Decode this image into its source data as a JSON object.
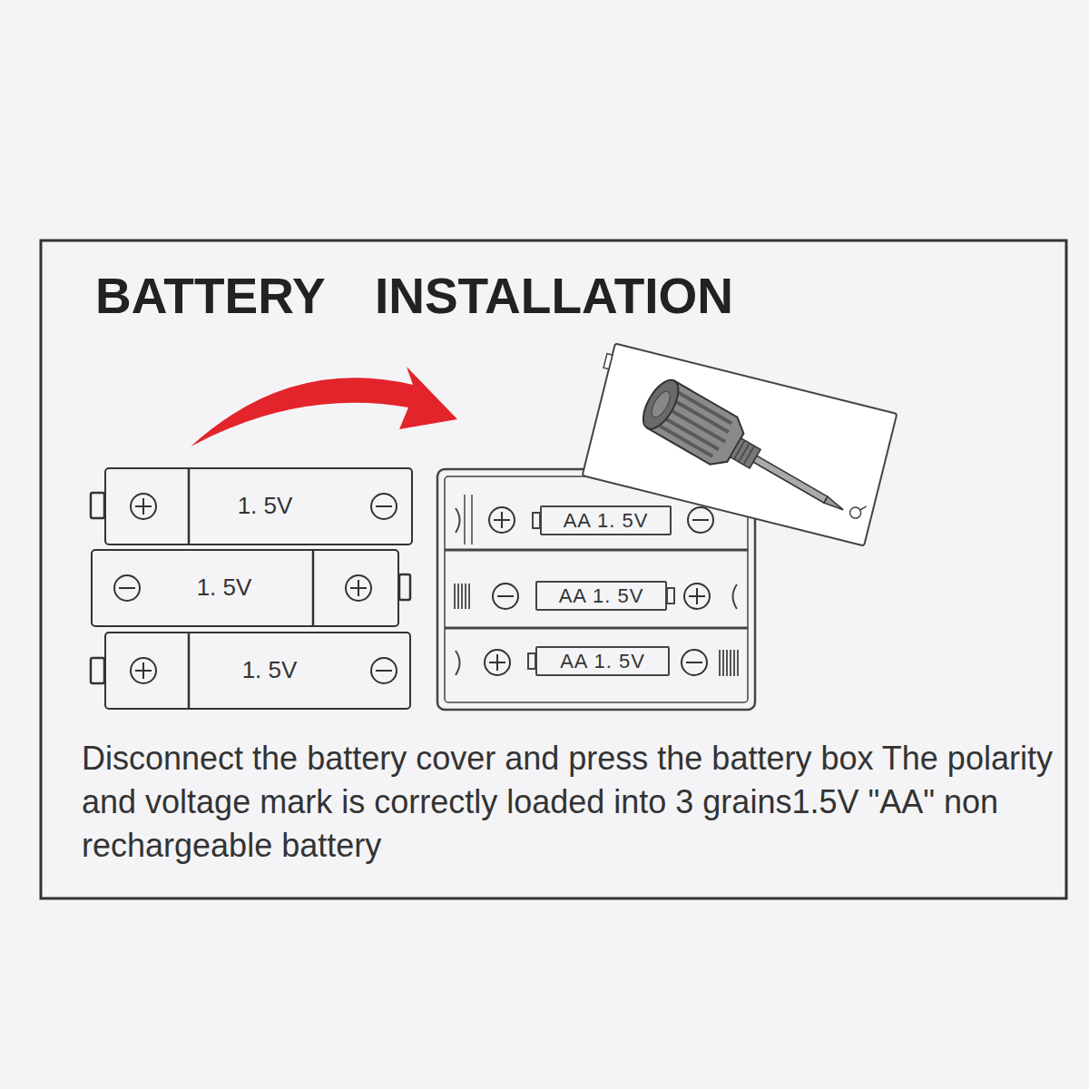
{
  "diagram": {
    "title": "BATTERY INSTALLATION",
    "caption": "Disconnect the battery cover and press the battery box The polarity and voltage mark is correctly loaded into 3 grains1.5V \"AA\" non rechargeable battery",
    "nodes": [
      {
        "text": [
          "1. 5V"
        ]
      },
      {
        "text": [
          "1. 5V"
        ]
      },
      {
        "text": [
          "1. 5V"
        ]
      },
      {
        "text": [
          "AA 1. 5V"
        ]
      },
      {
        "text": [
          "AA 1. 5V"
        ]
      },
      {
        "text": [
          "AA 1. 5V"
        ]
      }
    ]
  }
}
